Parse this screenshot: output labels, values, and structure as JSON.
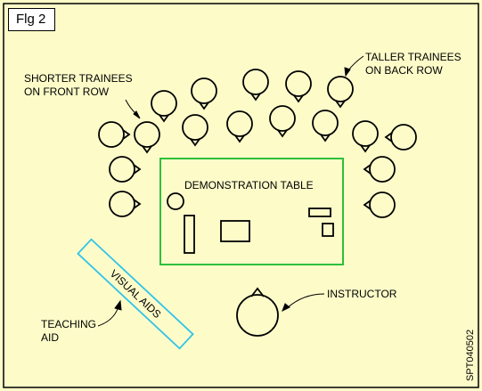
{
  "figure": {
    "label": "Flg 2",
    "code": "SPT040502",
    "colors": {
      "background": "#fdfcc9",
      "table_outline": "#2fbf3a",
      "visual_aids_outline": "#33c3e8",
      "stroke": "#000000"
    }
  },
  "labels": {
    "shorter_line1": "SHORTER TRAINEES",
    "shorter_line2": "ON FRONT ROW",
    "taller_line1": "TALLER TRAINEES",
    "taller_line2": "ON BACK ROW",
    "demo_table": "DEMONSTRATION  TABLE",
    "instructor": "INSTRUCTOR",
    "teaching_line1": "TEACHING",
    "teaching_line2": "AID",
    "visual_aids": "VISUAL AIDS"
  },
  "trainees": [
    {
      "row": "back"
    },
    {
      "row": "back"
    },
    {
      "row": "back"
    },
    {
      "row": "back"
    },
    {
      "row": "back"
    },
    {
      "row": "front"
    },
    {
      "row": "front"
    },
    {
      "row": "front"
    },
    {
      "row": "front"
    },
    {
      "row": "front"
    },
    {
      "row": "front"
    },
    {
      "row": "front"
    },
    {
      "row": "front"
    },
    {
      "row": "front"
    },
    {
      "row": "front"
    },
    {
      "row": "front"
    },
    {
      "row": "front"
    }
  ]
}
